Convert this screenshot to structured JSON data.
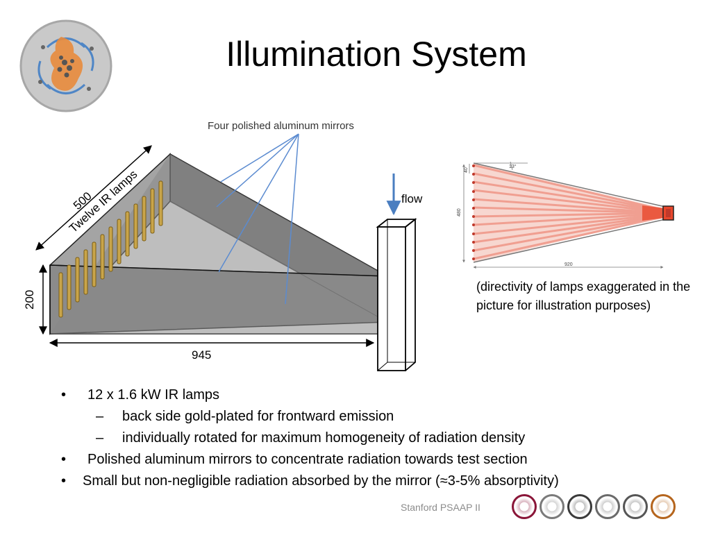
{
  "slide": {
    "title": "Illumination System"
  },
  "diagram": {
    "mirrors_label": "Four polished aluminum mirrors",
    "flow_label": "flow",
    "lamps_label": "Twelve IR lamps",
    "dim_length": "500",
    "dim_height": "200",
    "dim_width": "945"
  },
  "directivity_diagram": {
    "angle_label": "13°",
    "small_dim": "40",
    "height_dim": "480",
    "width_dim": "920"
  },
  "caption": {
    "text": "(directivity of lamps exaggerated in the picture for illustration purposes)"
  },
  "bullets": [
    {
      "marker": "•",
      "text": "12 x 1.6 kW IR lamps"
    },
    {
      "marker": "–",
      "text": "back side gold-plated for frontward emission"
    },
    {
      "marker": "–",
      "text": "individually rotated for maximum homogeneity of radiation density"
    },
    {
      "marker": "•",
      "text": "Polished aluminum mirrors to concentrate radiation towards test section"
    },
    {
      "marker": "•",
      "text": "Small but non-negligible radiation absorbed by the mirror (≈3-5%  absorptivity)"
    }
  ],
  "footer": {
    "text": "Stanford PSAAP II",
    "seal_colors": [
      "#8a1538",
      "#7a7a7a",
      "#3a3a3a",
      "#6a6a6a",
      "#555555",
      "#b5651d"
    ]
  }
}
